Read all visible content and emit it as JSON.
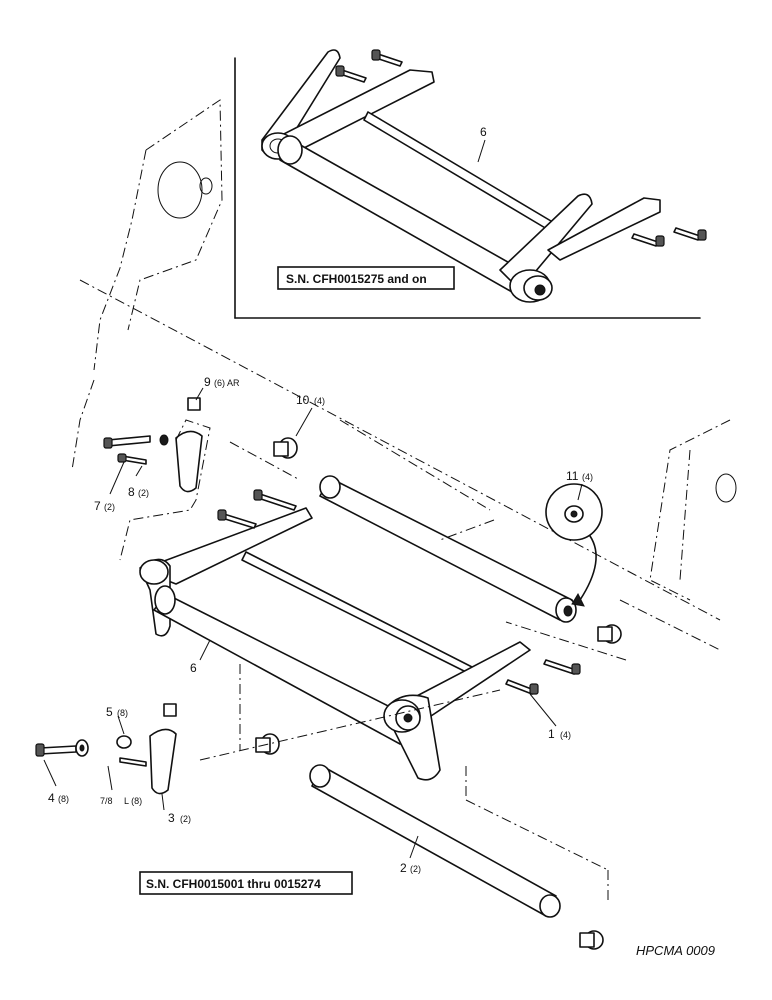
{
  "figure_id": "HPCMA 0009",
  "serial_labels": {
    "new": "S.N. CFH0015275 and on",
    "old": "S.N. CFH0015001 thru 0015274"
  },
  "callouts": {
    "c6_top": {
      "num": "6",
      "qty": ""
    },
    "c9": {
      "num": "9",
      "qty": "(6) AR"
    },
    "c10": {
      "num": "10",
      "qty": "(4)"
    },
    "c11": {
      "num": "11",
      "qty": "(4)"
    },
    "c7": {
      "num": "7",
      "qty": "(2)"
    },
    "c8": {
      "num": "8",
      "qty": "(2)"
    },
    "c6_bot": {
      "num": "6",
      "qty": ""
    },
    "c1": {
      "num": "1",
      "qty": "(4)"
    },
    "c5": {
      "num": "5",
      "qty": "(8)"
    },
    "c78": {
      "num": "7/8",
      "qty": "L (8)"
    },
    "c3": {
      "num": "3",
      "qty": "(2)"
    },
    "c4": {
      "num": "4",
      "qty": "(8)"
    },
    "c2": {
      "num": "2",
      "qty": "(2)"
    }
  }
}
